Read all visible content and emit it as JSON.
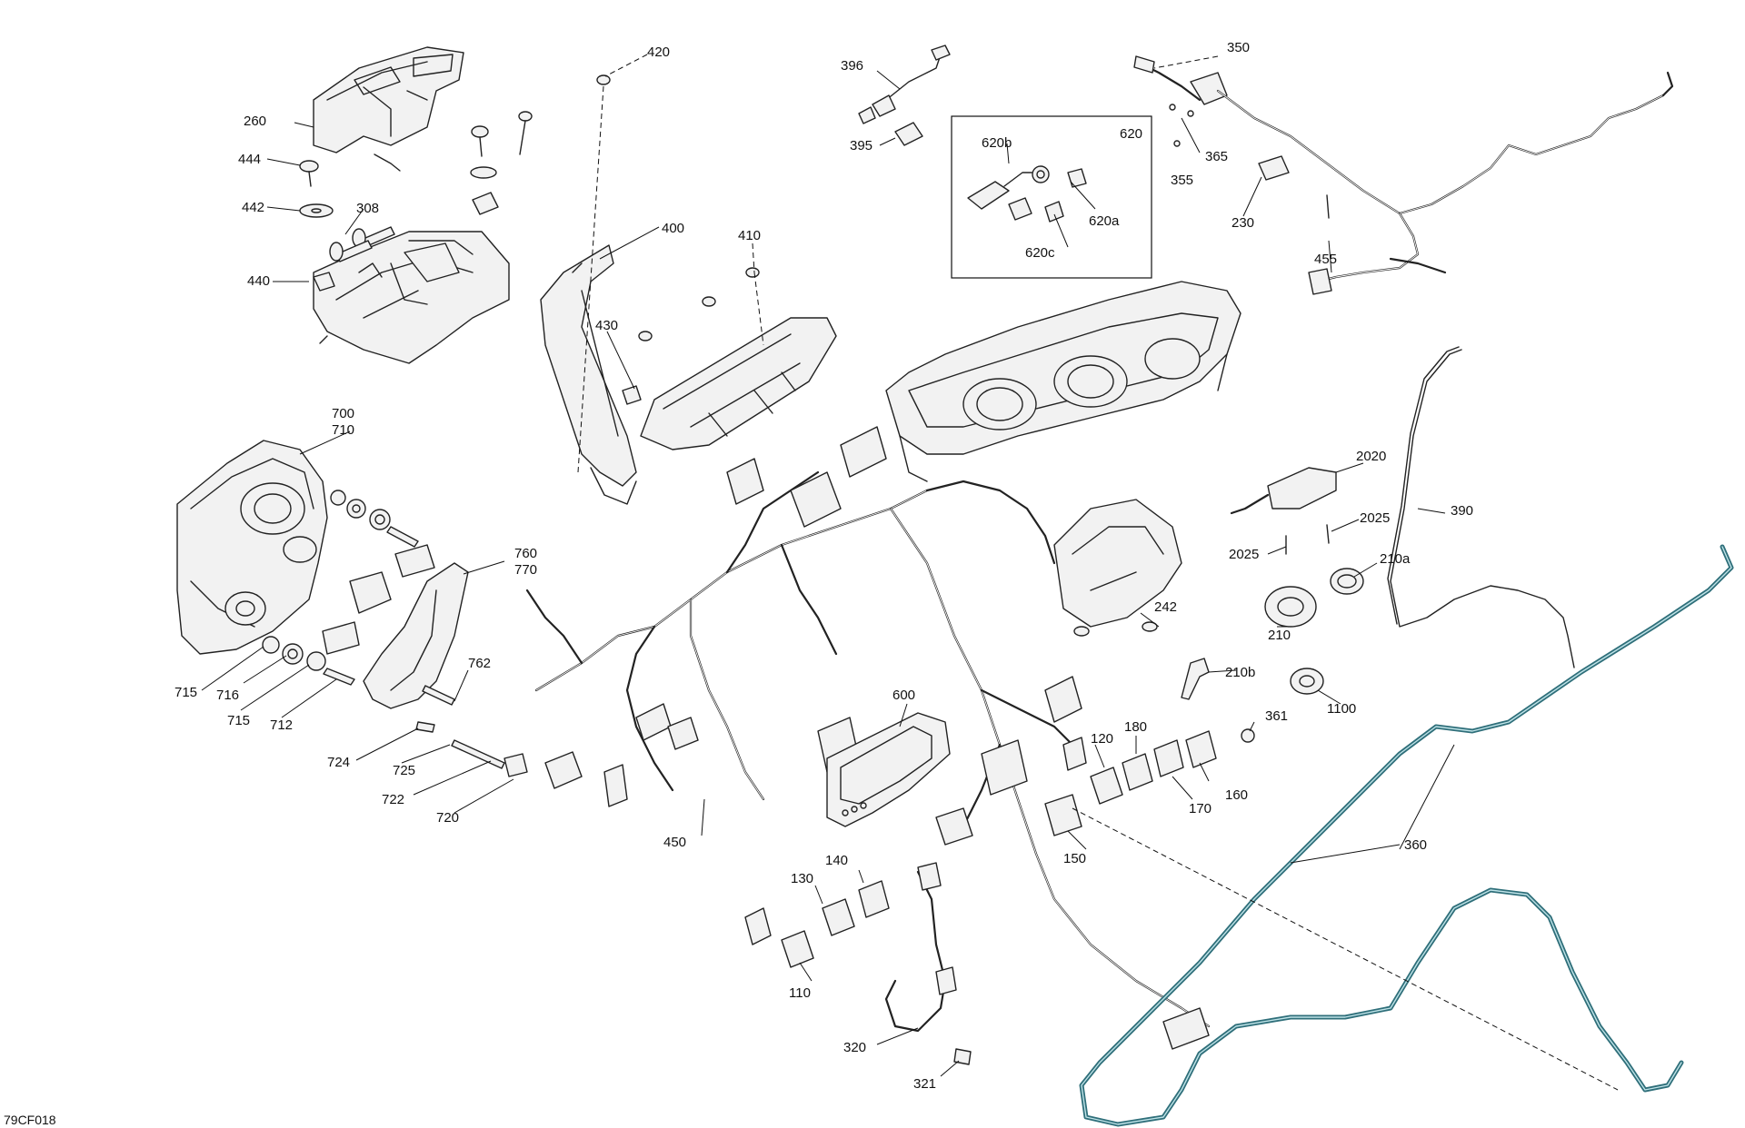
{
  "diagram_code": "79CF018",
  "inset": {
    "id": "620",
    "labels": [
      "620b",
      "620a",
      "620c"
    ]
  },
  "callouts": {
    "c420": "420",
    "c396": "396",
    "c395": "395",
    "c350": "350",
    "c620": "620",
    "c620b": "620b",
    "c620a": "620a",
    "c620c": "620c",
    "c365": "365",
    "c355": "355",
    "c230": "230",
    "c455": "455",
    "c260": "260",
    "c444": "444",
    "c442": "442",
    "c308": "308",
    "c440": "440",
    "c400": "400",
    "c410": "410",
    "c430": "430",
    "c700": "700",
    "c710": "710",
    "c760": "760",
    "c770": "770",
    "c715a": "715",
    "c716": "716",
    "c715b": "715",
    "c712": "712",
    "c762": "762",
    "c724": "724",
    "c725": "725",
    "c722": "722",
    "c720": "720",
    "c2020": "2020",
    "c2025a": "2025",
    "c2025b": "2025",
    "c210a": "210a",
    "c210": "210",
    "c210b": "210b",
    "c242": "242",
    "c390": "390",
    "c1100": "1100",
    "c361": "361",
    "c600": "600",
    "c120": "120",
    "c180": "180",
    "c160": "160",
    "c170": "170",
    "c150": "150",
    "c450": "450",
    "c140": "140",
    "c130": "130",
    "c110": "110",
    "c320": "320",
    "c321": "321",
    "c360": "360"
  },
  "colors": {
    "line": "#222222",
    "antenna_cable": "#2f6f7a",
    "background": "#ffffff"
  }
}
